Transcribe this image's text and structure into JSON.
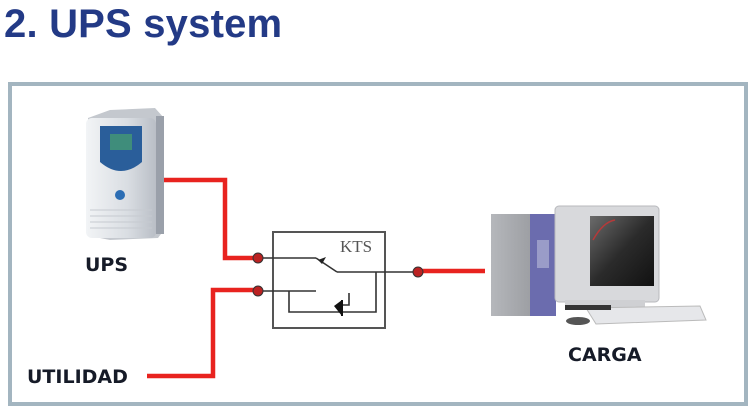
{
  "title": "2. UPS system",
  "diagram": {
    "labels": {
      "ups": "UPS",
      "utility": "UTILIDAD",
      "load": "CARGA",
      "switch": "KTS"
    },
    "nodes": [
      {
        "id": "ups",
        "label": "UPS",
        "icon": "ups-unit-icon"
      },
      {
        "id": "utility",
        "label": "UTILIDAD",
        "icon": "power-line"
      },
      {
        "id": "kts",
        "label": "KTS",
        "icon": "transfer-switch-icon"
      },
      {
        "id": "load",
        "label": "CARGA",
        "icon": "desktop-computer-icon"
      }
    ],
    "edges": [
      {
        "from": "ups",
        "to": "kts"
      },
      {
        "from": "utility",
        "to": "kts"
      },
      {
        "from": "kts",
        "to": "load"
      }
    ],
    "colors": {
      "title": "#233a86",
      "wire": "#e8231f",
      "frame": "#a3b5c0",
      "label": "#161b28"
    }
  }
}
